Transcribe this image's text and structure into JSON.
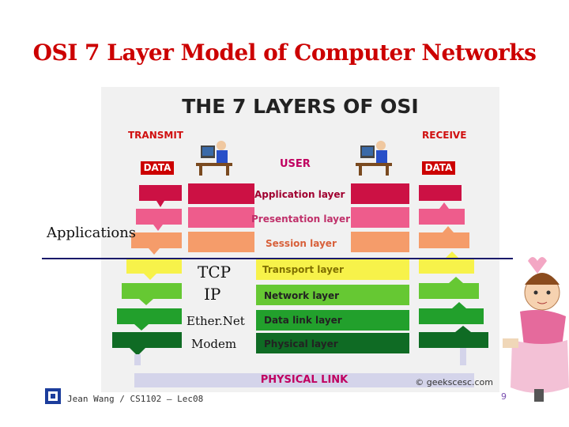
{
  "slide": {
    "title": "OSI 7 Layer Model of Computer Networks",
    "footer": "Jean Wang / CS1102 – Lec08",
    "page_number": "9"
  },
  "figure": {
    "title": "THE 7 LAYERS OF OSI",
    "transmit_label": "TRANSMIT",
    "receive_label": "RECEIVE",
    "data_left": "DATA",
    "data_right": "DATA",
    "user_label": "USER",
    "physical_link": "PHYSICAL LINK",
    "copyright": "© geekscesc.com",
    "layers": [
      {
        "name": "Application layer",
        "color": "#cc1144"
      },
      {
        "name": "Presentation layer",
        "color": "#ee5c8c"
      },
      {
        "name": "Session layer",
        "color": "#f59c6a"
      },
      {
        "name": "Transport layer",
        "color": "#f7f24a"
      },
      {
        "name": "Network layer",
        "color": "#66c833"
      },
      {
        "name": "Data link layer",
        "color": "#22a02c"
      },
      {
        "name": "Physical layer",
        "color": "#0f6b24"
      }
    ]
  },
  "overlay": {
    "applications": "Applications",
    "tcp": "TCP",
    "ip": "IP",
    "ethernet": "Ether.Net",
    "modem": "Modem"
  }
}
